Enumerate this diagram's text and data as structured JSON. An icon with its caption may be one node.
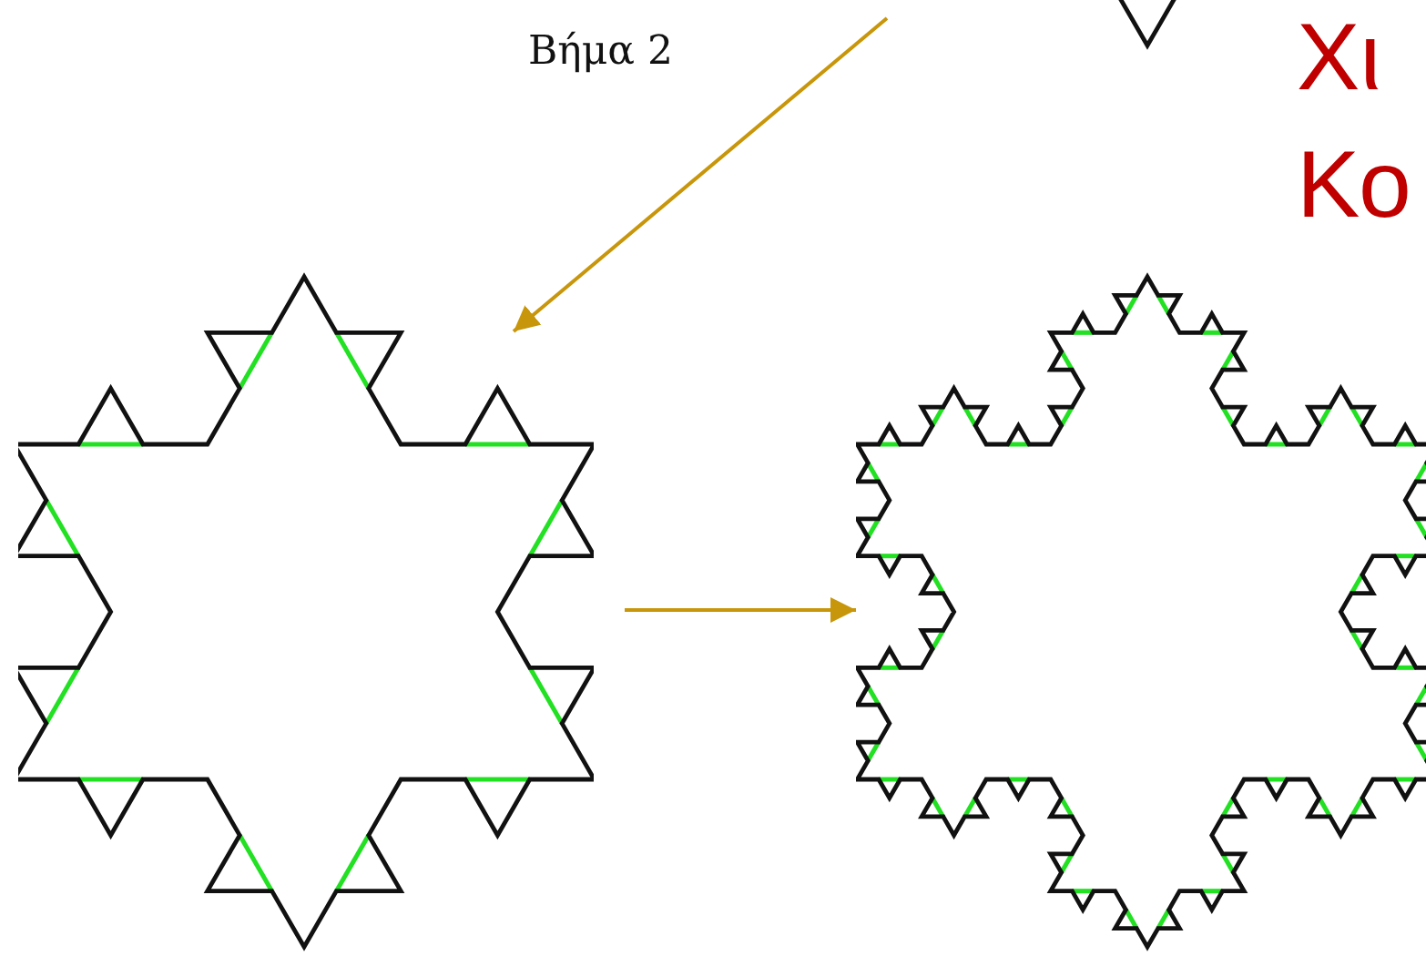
{
  "diagram": {
    "nodes": [
      {
        "text": [],
        "shape": "picture"
      },
      {
        "text": [],
        "shape": "picture"
      },
      {
        "text": [],
        "shape": "picture"
      }
    ],
    "edges": [
      {
        "from": null,
        "to": 1,
        "arrow": "to",
        "label": "Βήμα 2"
      },
      {
        "from": 1,
        "to": 2,
        "arrow": "to"
      }
    ],
    "labels": [
      "Χι",
      "Κο"
    ]
  }
}
